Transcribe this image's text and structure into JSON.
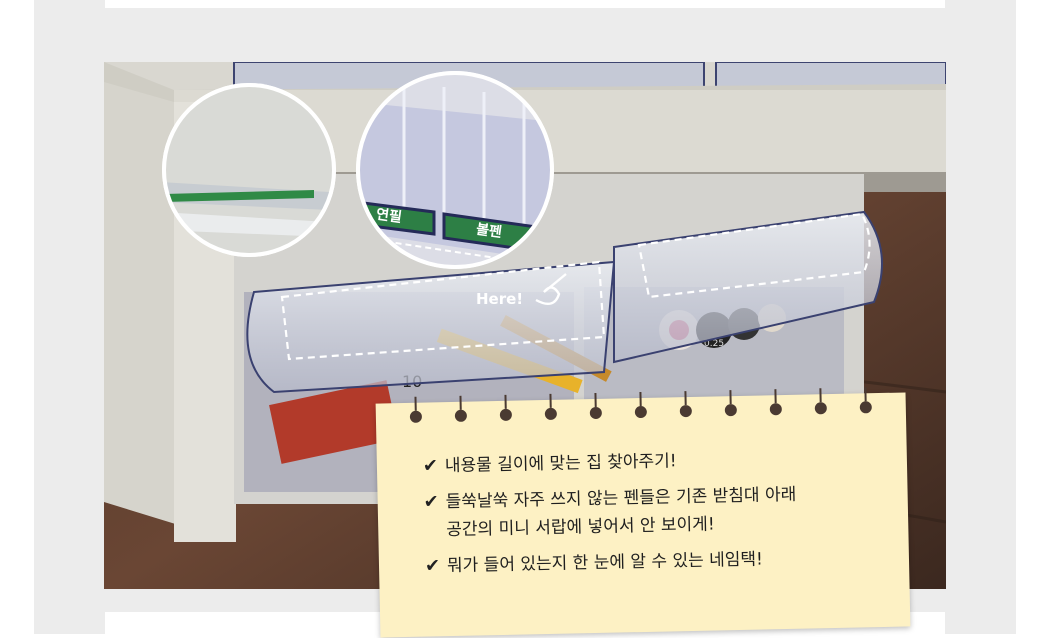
{
  "photo": {
    "label_pencil": "연필",
    "label_ballpen": "볼펜",
    "here_text": "Here!",
    "drawer_number_left": "10",
    "drawer_number_right": "0.25"
  },
  "note": {
    "items": [
      {
        "lines": [
          "내용물 길이에 맞는 집 찾아주기!"
        ]
      },
      {
        "lines": [
          "들쑥날쑥 자주 쓰지 않는 펜들은 기존 받침대 아래",
          "공간의 미니 서랍에 넣어서 안 보이게!"
        ]
      },
      {
        "lines": [
          "뭐가 들어 있는지 한 눈에 알 수 있는 네임택!"
        ]
      }
    ],
    "check_icon": "✔"
  }
}
